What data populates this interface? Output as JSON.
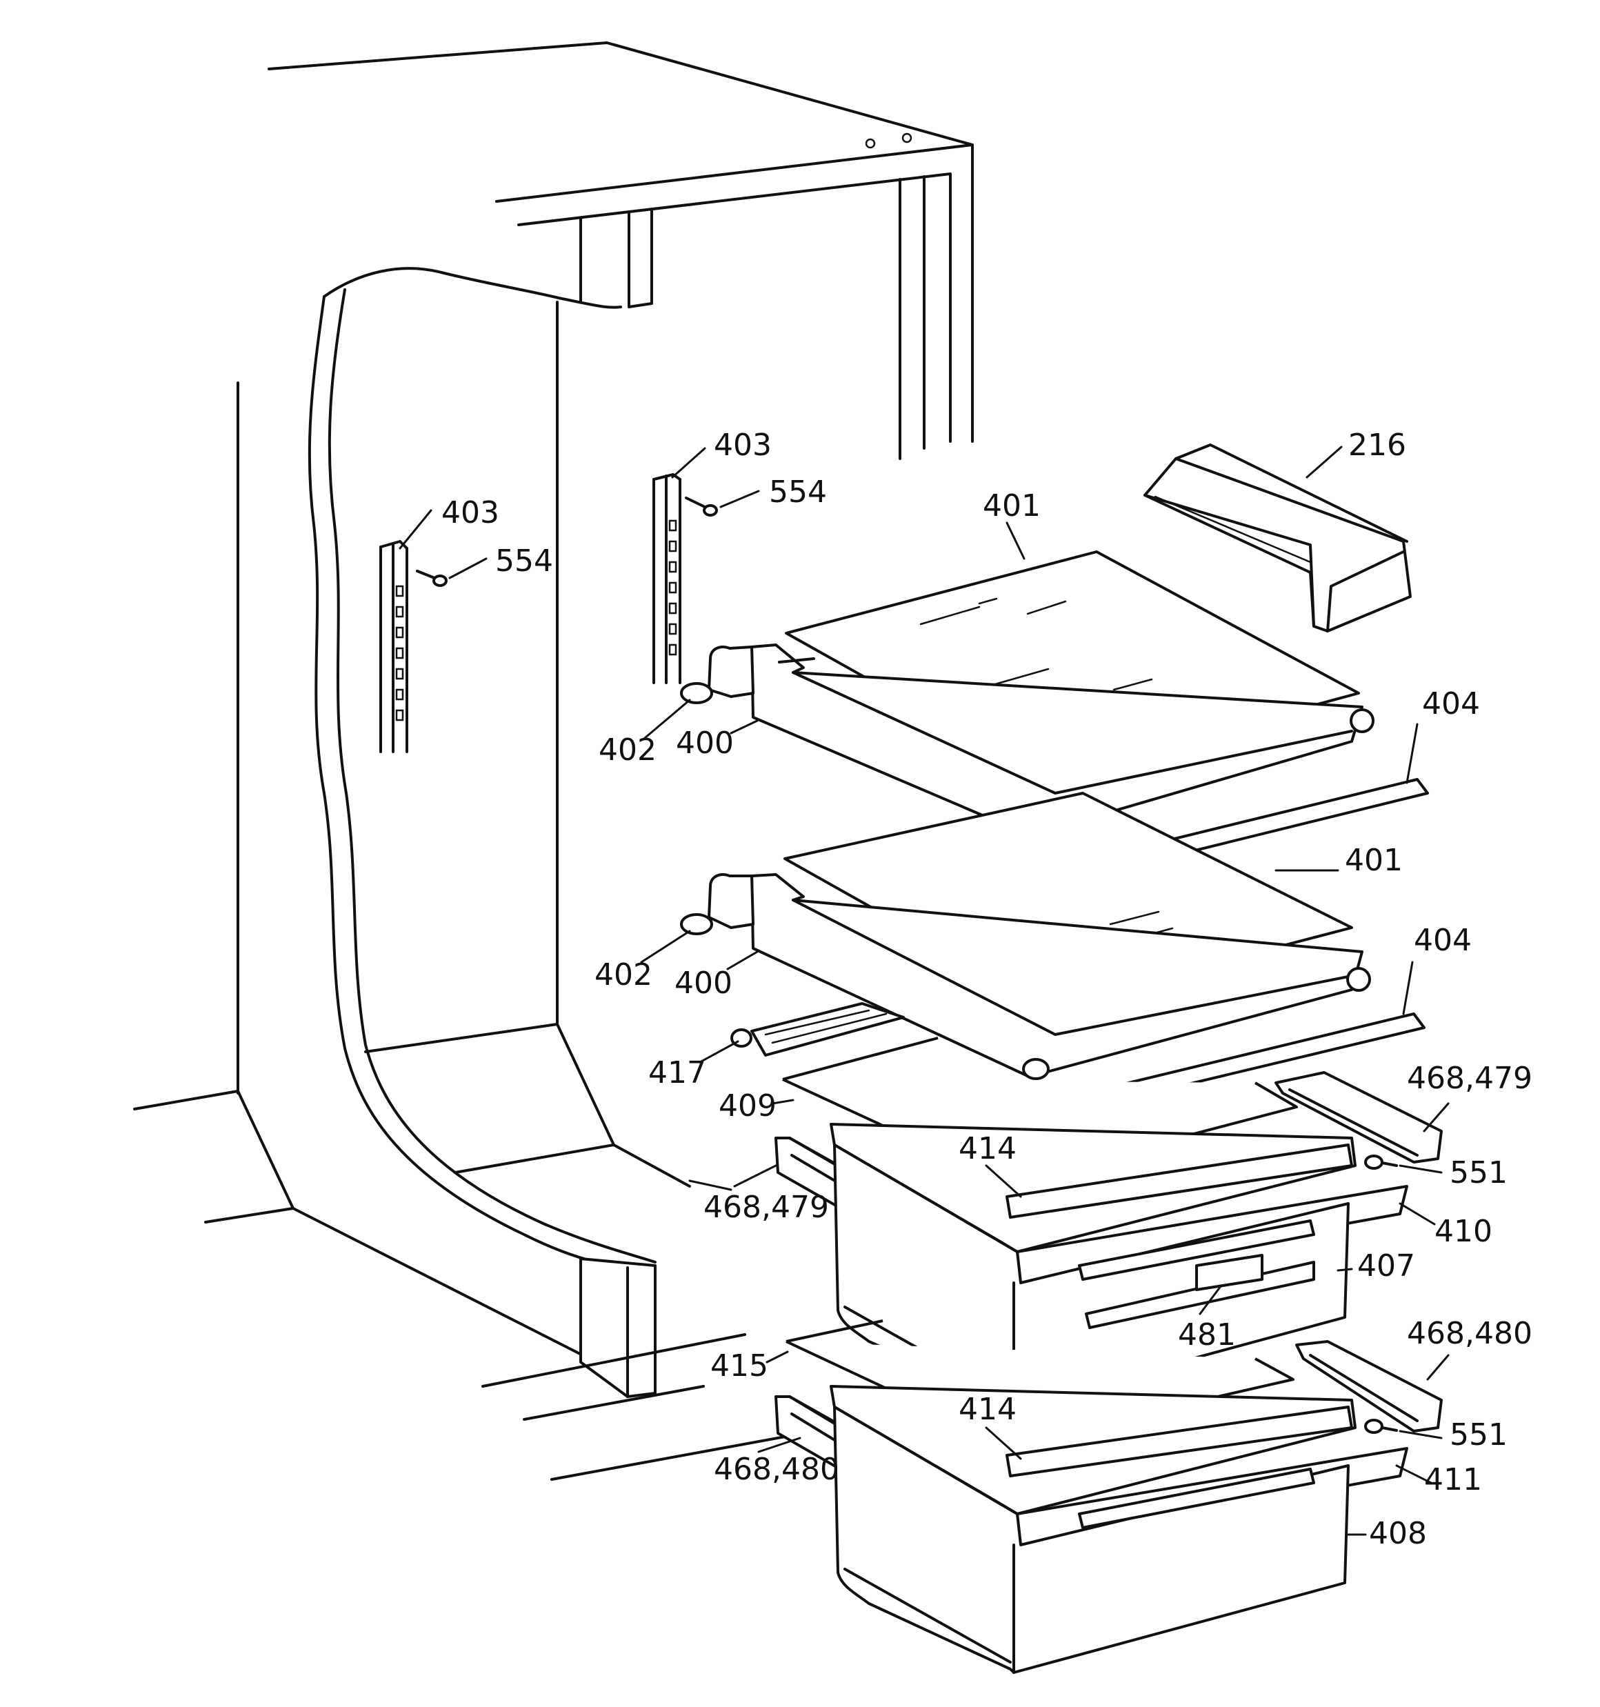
{
  "parts": [
    {
      "id": "c403a",
      "label": "403"
    },
    {
      "id": "c554a",
      "label": "554"
    },
    {
      "id": "c403b",
      "label": "403"
    },
    {
      "id": "c554b",
      "label": "554"
    },
    {
      "id": "c216",
      "label": "216"
    },
    {
      "id": "c401a",
      "label": "401"
    },
    {
      "id": "c404a",
      "label": "404"
    },
    {
      "id": "c402a",
      "label": "402"
    },
    {
      "id": "c400a",
      "label": "400"
    },
    {
      "id": "c401b",
      "label": "401"
    },
    {
      "id": "c404b",
      "label": "404"
    },
    {
      "id": "c402b",
      "label": "402"
    },
    {
      "id": "c400b",
      "label": "400"
    },
    {
      "id": "c417",
      "label": "417"
    },
    {
      "id": "c468479a",
      "label": "468,479"
    },
    {
      "id": "c409",
      "label": "409"
    },
    {
      "id": "c414a",
      "label": "414"
    },
    {
      "id": "c551a",
      "label": "551"
    },
    {
      "id": "c468479b",
      "label": "468,479"
    },
    {
      "id": "c410",
      "label": "410"
    },
    {
      "id": "c407",
      "label": "407"
    },
    {
      "id": "c481",
      "label": "481"
    },
    {
      "id": "c468480a",
      "label": "468,480"
    },
    {
      "id": "c415",
      "label": "415"
    },
    {
      "id": "c414b",
      "label": "414"
    },
    {
      "id": "c551b",
      "label": "551"
    },
    {
      "id": "c468480b",
      "label": "468,480"
    },
    {
      "id": "c411",
      "label": "411"
    },
    {
      "id": "c408",
      "label": "408"
    }
  ]
}
